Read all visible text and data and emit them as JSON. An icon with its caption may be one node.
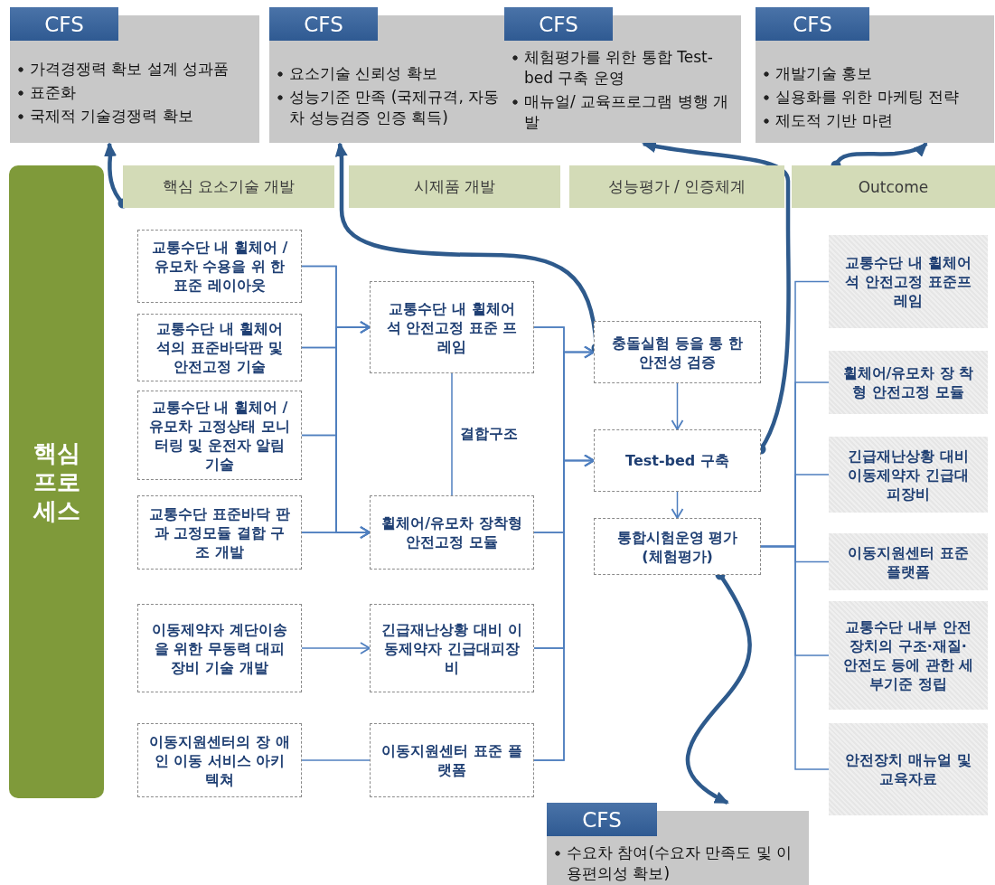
{
  "diagram": {
    "nodes": [
      {
        "text": [
          "CFS",
          "가격경쟁력 확보 설계 성과품",
          "표준화",
          "국제적 기술경쟁력 확보"
        ]
      },
      {
        "text": [
          "CFS",
          "요소기술 신뢰성 확보",
          "성능기준 만족 (국제규격, 자동차 성능검증 인증 획득)"
        ]
      },
      {
        "text": [
          "CFS",
          "체험평가를 위한 통합 Test-bed 구축 운영",
          "매뉴얼/ 교육프로그램 병행 개발"
        ]
      },
      {
        "text": [
          "CFS",
          "개발기술 홍보",
          "실용화를 위한 마케팅 전략",
          "제도적 기반 마련"
        ]
      },
      {
        "text": [
          "CFS",
          "수요차 참여(수요자 만족도 및 이용편의성 확보)"
        ]
      },
      {
        "text": [
          "핵심 프로세스"
        ]
      },
      {
        "text": [
          "핵심 요소기술 개발"
        ]
      },
      {
        "text": [
          "시제품 개발"
        ]
      },
      {
        "text": [
          "성능평가 / 인증체계"
        ]
      },
      {
        "text": [
          "Outcome"
        ]
      },
      {
        "text": [
          "교통수단 내 휠체어 /유모차 수용을 위 한 표준 레이아웃"
        ]
      },
      {
        "text": [
          "교통수단 내 휠체어 석의 표준바닥판 및 안전고정 기술"
        ]
      },
      {
        "text": [
          "교통수단 내 휠체어 /유모차 고정상태 모니터링 및 운전자 알림기술"
        ]
      },
      {
        "text": [
          "교통수단 표준바닥 판과 고정모듈 결합 구조 개발"
        ]
      },
      {
        "text": [
          "이동제약자 계단이송을 위한 무동력 대피 장비 기술 개발"
        ]
      },
      {
        "text": [
          "이동지원센터의 장 애인 이동 서비스 아키텍쳐"
        ]
      },
      {
        "text": [
          "교통수단 내 휠체어 석 안전고정 표준 프레임"
        ]
      },
      {
        "text": [
          "휠체어/유모차 장착형 안전고정 모듈"
        ]
      },
      {
        "text": [
          "긴급재난상황 대비 이동제약자 긴급대피장비"
        ]
      },
      {
        "text": [
          "이동지원센터 표준 플랫폼"
        ]
      },
      {
        "text": [
          "충돌실험 등을 통 한 안전성 검증"
        ]
      },
      {
        "text": [
          "Test-bed 구축"
        ]
      },
      {
        "text": [
          "통합시험운영 평가 (체험평가)"
        ]
      },
      {
        "text": [
          "교통수단 내 휠체어석 안전고정 표준프레임"
        ]
      },
      {
        "text": [
          "휠체어/유모차 장 착형 안전고정 모듈"
        ]
      },
      {
        "text": [
          "긴급재난상황 대비 이동제약자 긴급대피장비"
        ]
      },
      {
        "text": [
          "이동지원센터 표준 플랫폼"
        ]
      },
      {
        "text": [
          "교통수단 내부 안전 장치의 구조·재질· 안전도 등에 관한 세부기준 정립"
        ]
      },
      {
        "text": [
          "안전장치 매뉴얼 및 교육자료"
        ]
      }
    ],
    "edges": [
      {
        "from": 10,
        "to": 16,
        "arrow": "to"
      },
      {
        "from": 11,
        "to": 16,
        "arrow": "to"
      },
      {
        "from": 12,
        "to": 16,
        "arrow": "to"
      },
      {
        "from": 13,
        "to": 16,
        "arrow": "to"
      },
      {
        "from": 10,
        "to": 17,
        "arrow": "to"
      },
      {
        "from": 11,
        "to": 17,
        "arrow": "to"
      },
      {
        "from": 12,
        "to": 17,
        "arrow": "to"
      },
      {
        "from": 13,
        "to": 17,
        "arrow": "to"
      },
      {
        "from": 14,
        "to": 18,
        "arrow": "to"
      },
      {
        "from": 15,
        "to": 19,
        "arrow": "none"
      },
      {
        "from": 16,
        "to": 17,
        "arrow": "none",
        "label": "결합구조"
      },
      {
        "from": 16,
        "to": 20,
        "arrow": "to"
      },
      {
        "from": 17,
        "to": 20,
        "arrow": "to"
      },
      {
        "from": 18,
        "to": 20,
        "arrow": "to"
      },
      {
        "from": 19,
        "to": 20,
        "arrow": "to"
      },
      {
        "from": 16,
        "to": 21,
        "arrow": "to"
      },
      {
        "from": 17,
        "to": 21,
        "arrow": "to"
      },
      {
        "from": 18,
        "to": 21,
        "arrow": "to"
      },
      {
        "from": 19,
        "to": 21,
        "arrow": "to"
      },
      {
        "from": 20,
        "to": 21,
        "arrow": "to"
      },
      {
        "from": 21,
        "to": 22,
        "arrow": "to"
      },
      {
        "from": 22,
        "to": 23,
        "arrow": "none"
      },
      {
        "from": 22,
        "to": 24,
        "arrow": "none"
      },
      {
        "from": 22,
        "to": 25,
        "arrow": "none"
      },
      {
        "from": 22,
        "to": 26,
        "arrow": "none"
      },
      {
        "from": 22,
        "to": 27,
        "arrow": "none"
      },
      {
        "from": 22,
        "to": 28,
        "arrow": "none"
      },
      {
        "from": 6,
        "to": 0,
        "arrow": "to",
        "style": "thick",
        "color": "#2e5a8c"
      },
      {
        "from": 20,
        "to": 1,
        "arrow": "to",
        "style": "thick",
        "color": "#2e5a8c"
      },
      {
        "from": 21,
        "to": 2,
        "arrow": "to",
        "style": "thick",
        "color": "#2e5a8c"
      },
      {
        "from": 9,
        "to": 3,
        "arrow": "to",
        "style": "thick",
        "color": "#2e5a8c"
      },
      {
        "from": 22,
        "to": 4,
        "arrow": "to",
        "style": "thick",
        "color": "#2e5a8c"
      }
    ]
  }
}
